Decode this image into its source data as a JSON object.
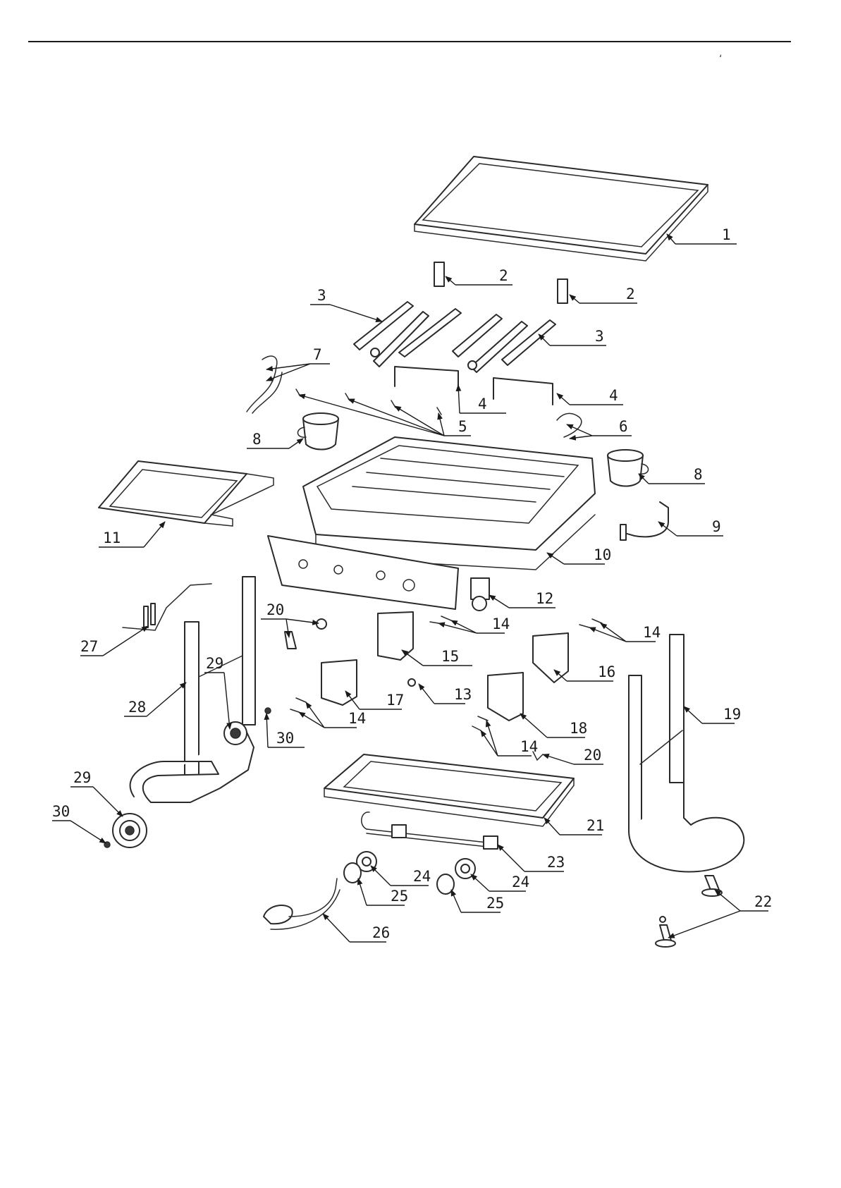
{
  "header": {
    "corner_mark": "‘"
  },
  "diagram": {
    "labels": [
      "1",
      "2",
      "2",
      "3",
      "3",
      "4",
      "4",
      "5",
      "6",
      "7",
      "8",
      "8",
      "9",
      "10",
      "11",
      "12",
      "13",
      "14",
      "14",
      "14",
      "14",
      "15",
      "16",
      "17",
      "18",
      "19",
      "20",
      "20",
      "21",
      "22",
      "23",
      "24",
      "24",
      "25",
      "25",
      "26",
      "27",
      "28",
      "29",
      "29",
      "30",
      "30"
    ]
  }
}
